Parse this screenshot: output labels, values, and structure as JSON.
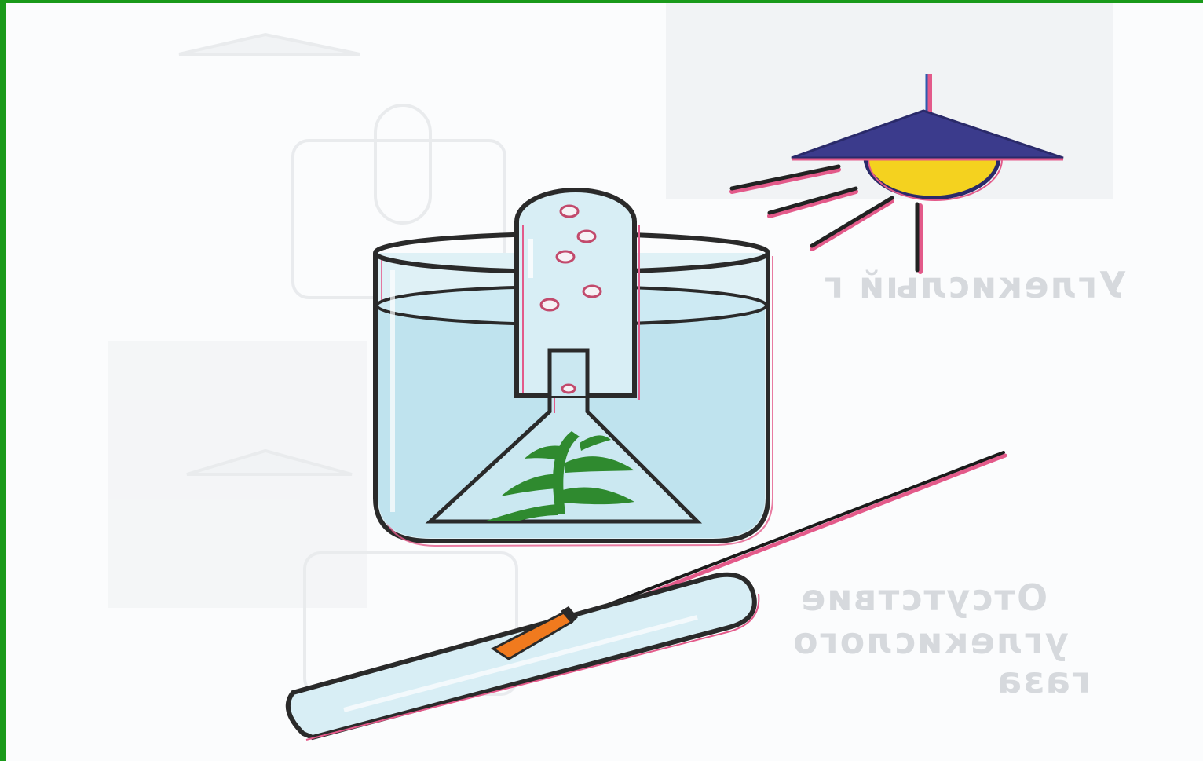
{
  "colors": {
    "frame_border": "#1a9a1a",
    "water": "#cfe9f2",
    "glass_outline": "#2a2a2a",
    "lamp_shade": "#3b3b8c",
    "bulb": "#f4d21f",
    "plant": "#2f8a2f",
    "ember": "#f07a1e",
    "bubble": "#e7a3b6"
  },
  "icons": [
    "lamp-icon",
    "light-ray",
    "beaker-icon",
    "test-tube-icon",
    "water-plant-icon",
    "gas-bubble",
    "funnel-icon",
    "smoldering-splinter-icon"
  ],
  "bleed_through_text": [
    "Углекислый г",
    "Отсутствие",
    "углекислого",
    "газа"
  ]
}
